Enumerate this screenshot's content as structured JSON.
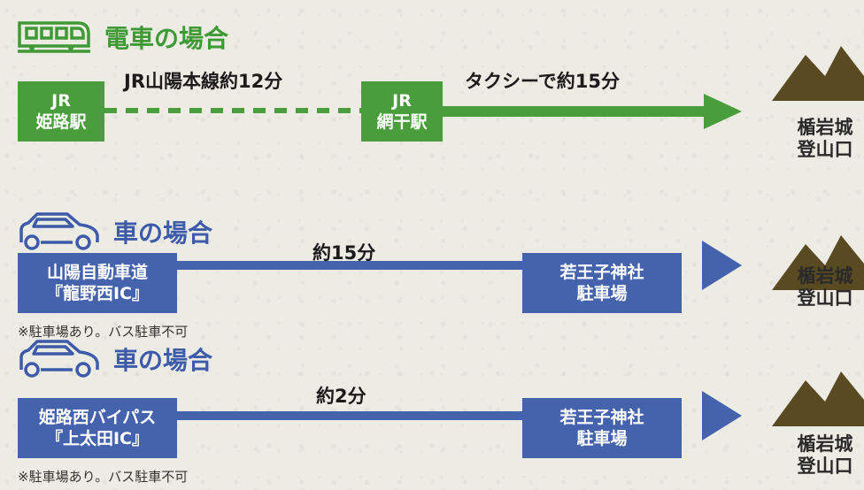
{
  "colors": {
    "green": "#4a9d3b",
    "blue": "#4563ad",
    "mountain": "#5a4a22"
  },
  "train": {
    "heading": "電車の場合",
    "icon": "train-icon",
    "start_box": [
      "JR",
      "姫路駅"
    ],
    "segment1_label": "JR山陽本線約12分",
    "mid_box": [
      "JR",
      "網干駅"
    ],
    "segment2_label": "タクシーで約15分",
    "destination": [
      "楯岩城",
      "登山口"
    ]
  },
  "car1": {
    "heading": "車の場合",
    "icon": "car-icon",
    "start_box": [
      "山陽自動車道",
      "『龍野西IC』"
    ],
    "duration_label": "約15分",
    "end_box": [
      "若王子神社",
      "駐車場"
    ],
    "note": "※駐車場あり。バス駐車不可",
    "destination": [
      "楯岩城",
      "登山口"
    ]
  },
  "car2": {
    "heading": "車の場合",
    "icon": "car-icon",
    "start_box": [
      "姫路西バイパス",
      "『上太田IC』"
    ],
    "duration_label": "約2分",
    "end_box": [
      "若王子神社",
      "駐車場"
    ],
    "note": "※駐車場あり。バス駐車不可",
    "destination": [
      "楯岩城",
      "登山口"
    ]
  }
}
